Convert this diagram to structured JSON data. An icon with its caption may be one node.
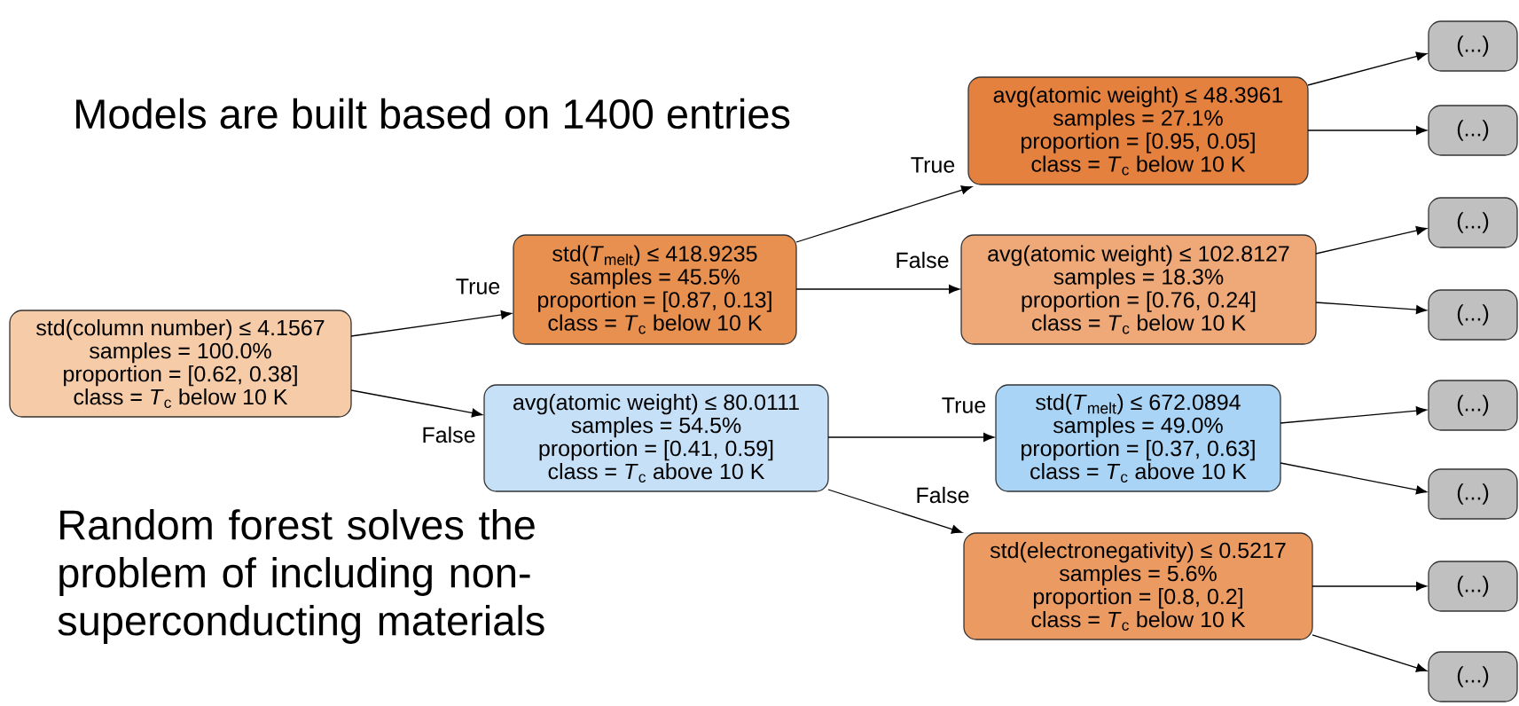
{
  "diagram": {
    "nodes": [
      {
        "text": [
          "std(column number) ≤ 4.1567",
          "samples = 100.0%",
          "proportion = [0.62, 0.38]",
          "class = *T*$_{c}$ below 10 K"
        ]
      },
      {
        "text": [
          "std(*T*$_{melt}$) ≤ 418.9235",
          "samples = 45.5%",
          "proportion = [0.87, 0.13]",
          "class = *T*$_{c}$ below 10 K"
        ]
      },
      {
        "text": [
          "avg(atomic weight) ≤ 80.0111",
          "samples = 54.5%",
          "proportion = [0.41, 0.59]",
          "class = *T*$_{c}$ above 10 K"
        ]
      },
      {
        "text": [
          "avg(atomic weight) ≤ 48.3961",
          "samples = 27.1%",
          "proportion = [0.95, 0.05]",
          "class = *T*$_{c}$ below 10 K"
        ]
      },
      {
        "text": [
          "avg(atomic weight) ≤ 102.8127",
          "samples = 18.3%",
          "proportion = [0.76, 0.24]",
          "class = *T*$_{c}$ below 10 K"
        ]
      },
      {
        "text": [
          "std(*T*$_{melt}$) ≤ 672.0894",
          "samples = 49.0%",
          "proportion = [0.37, 0.63]",
          "class = *T*$_{c}$ above 10 K"
        ]
      },
      {
        "text": [
          "std(electronegativity) ≤ 0.5217",
          "samples = 5.6%",
          "proportion = [0.8, 0.2]",
          "class = *T*$_{c}$ below 10 K"
        ]
      },
      {
        "text": [
          "(...)"
        ]
      },
      {
        "text": [
          "(...)"
        ]
      },
      {
        "text": [
          "(...)"
        ]
      },
      {
        "text": [
          "(...)"
        ]
      },
      {
        "text": [
          "(...)"
        ]
      },
      {
        "text": [
          "(...)"
        ]
      },
      {
        "text": [
          "(...)"
        ]
      },
      {
        "text": [
          "(...)"
        ]
      }
    ],
    "edges": [
      {
        "from": 0,
        "to": 1,
        "arrow": "to",
        "label": "True"
      },
      {
        "from": 0,
        "to": 2,
        "arrow": "to",
        "label": "False"
      },
      {
        "from": 1,
        "to": 3,
        "arrow": "to",
        "label": "True"
      },
      {
        "from": 1,
        "to": 4,
        "arrow": "to",
        "label": "False"
      },
      {
        "from": 2,
        "to": 5,
        "arrow": "to",
        "label": "True"
      },
      {
        "from": 2,
        "to": 6,
        "arrow": "to",
        "label": "False"
      },
      {
        "from": 3,
        "to": 7,
        "arrow": "to"
      },
      {
        "from": 3,
        "to": 8,
        "arrow": "to"
      },
      {
        "from": 4,
        "to": 9,
        "arrow": "to"
      },
      {
        "from": 4,
        "to": 10,
        "arrow": "to"
      },
      {
        "from": 5,
        "to": 11,
        "arrow": "to"
      },
      {
        "from": 5,
        "to": 12,
        "arrow": "to"
      },
      {
        "from": 6,
        "to": 13,
        "arrow": "to"
      },
      {
        "from": 6,
        "to": 14,
        "arrow": "to"
      }
    ],
    "labels": [
      "Models are built based on 1400 entries",
      "Random forest solves the problem of including non-superconducting materials"
    ]
  }
}
